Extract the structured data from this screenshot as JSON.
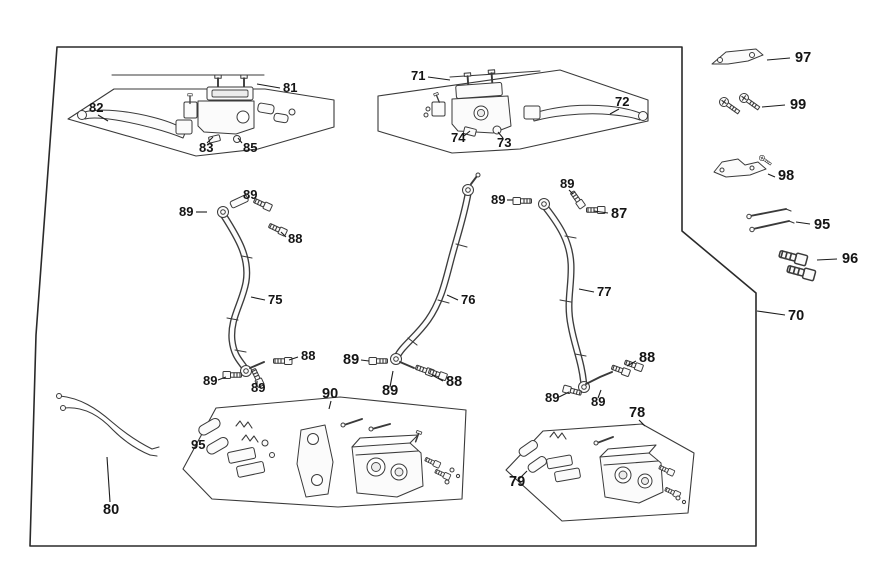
{
  "diagram": {
    "type": "exploded-parts-diagram",
    "subject": "brake system: master cylinders, brake hoses, calipers and hardware",
    "colors": {
      "background": "#ffffff",
      "line": "#2a2a2a",
      "label": "#141414"
    }
  },
  "parts": {
    "70": "70",
    "71": "71",
    "72": "72",
    "73": "73",
    "74": "74",
    "75": "75",
    "76": "76",
    "77": "77",
    "78": "78",
    "79": "79",
    "80": "80",
    "81": "81",
    "82": "82",
    "83": "83",
    "85": "85",
    "87": "87",
    "88": "88",
    "89": "89",
    "90": "90",
    "95": "95",
    "96": "96",
    "97": "97",
    "98": "98",
    "99": "99"
  }
}
